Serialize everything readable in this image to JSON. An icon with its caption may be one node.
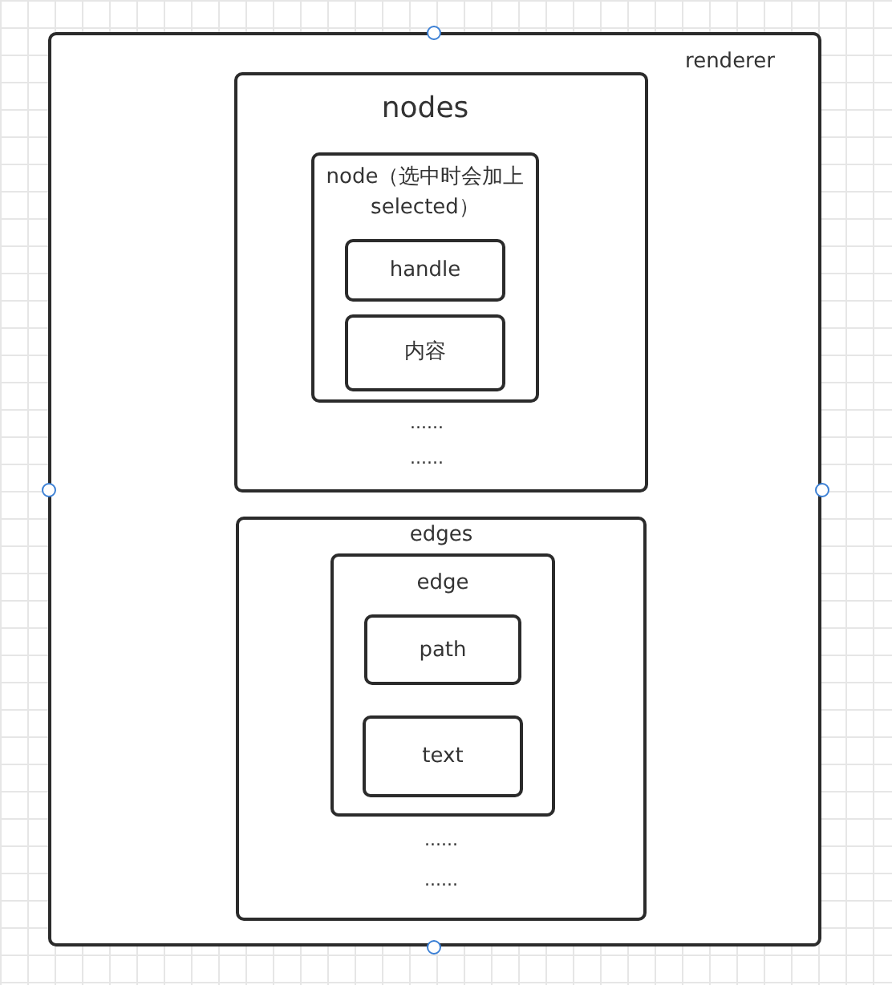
{
  "diagram": {
    "nodes": [
      {
        "text": [
          "renderer"
        ]
      },
      {
        "text": [
          "nodes",
          "......",
          "......"
        ],
        "in": 0
      },
      {
        "text": [
          "node（选中时会加上selected）"
        ],
        "in": 1
      },
      {
        "text": [
          "handle"
        ],
        "in": 2
      },
      {
        "text": [
          "内容"
        ],
        "in": 2
      },
      {
        "text": [
          "edges",
          "......",
          "......"
        ],
        "in": 0
      },
      {
        "text": [
          "edge"
        ],
        "in": 5
      },
      {
        "text": [
          "path"
        ],
        "in": 6
      },
      {
        "text": [
          "text"
        ],
        "in": 6
      }
    ]
  }
}
